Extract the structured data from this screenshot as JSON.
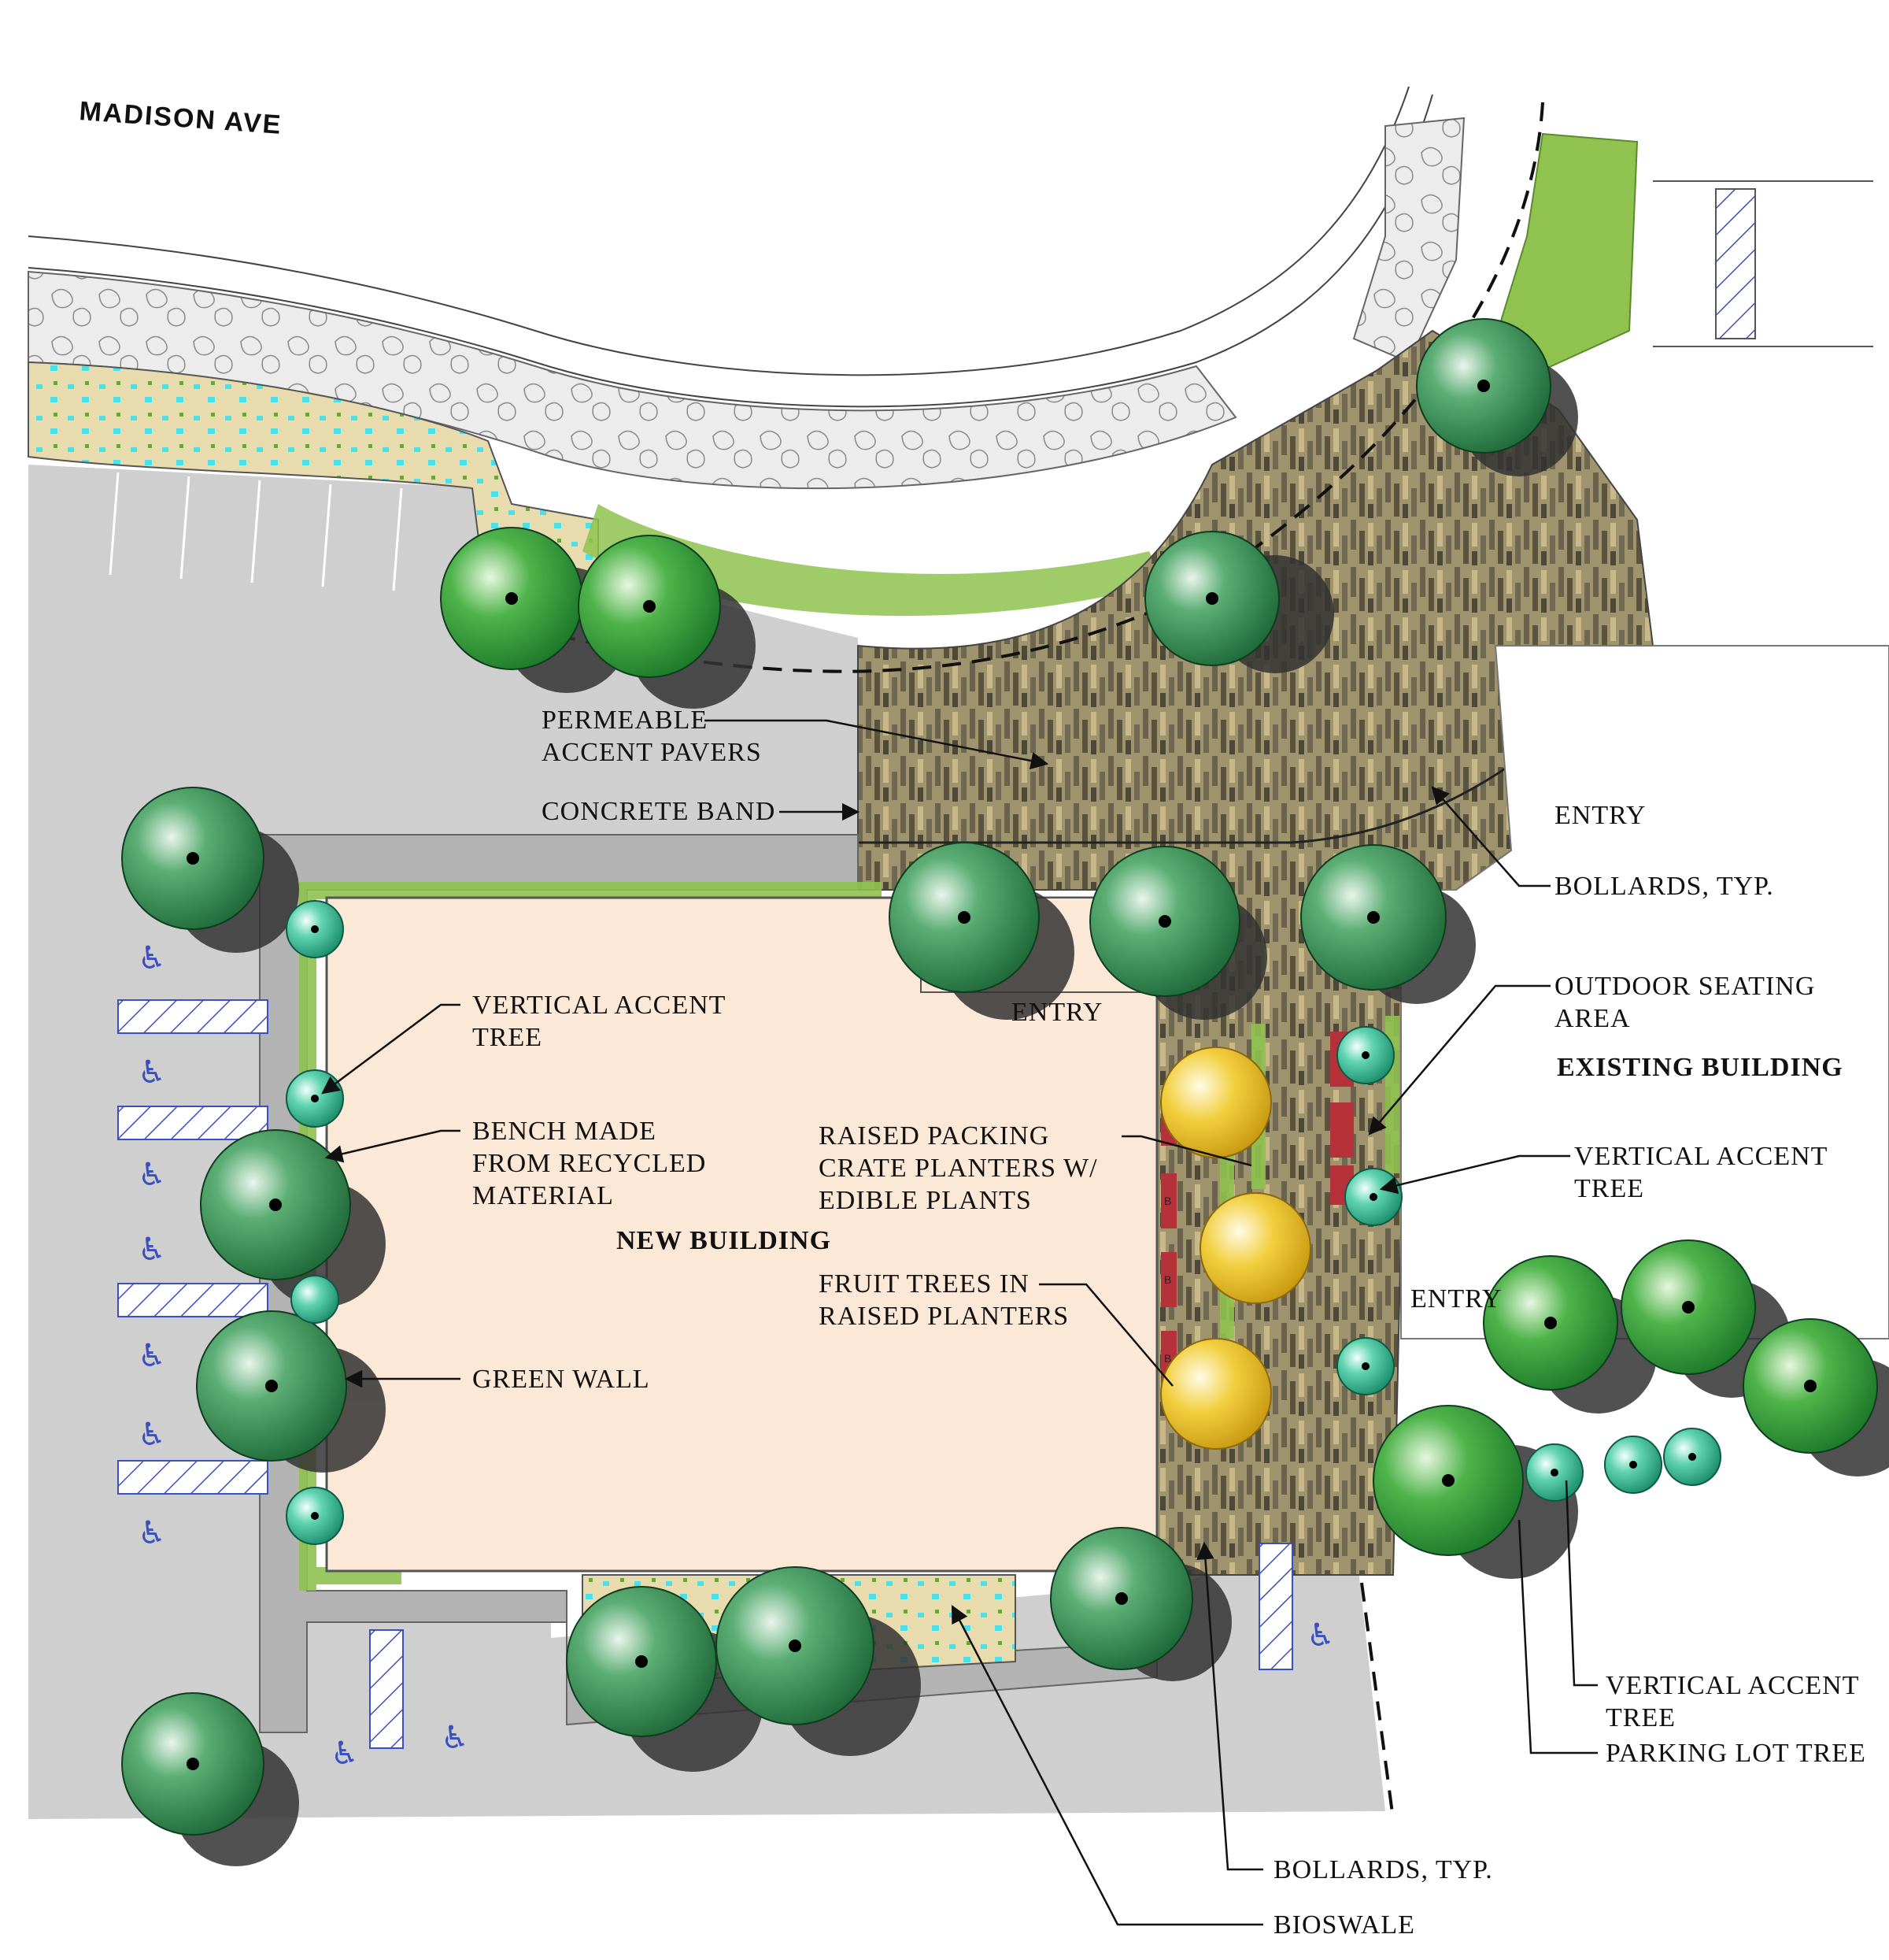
{
  "street": "MADISON AVE",
  "labels": {
    "permeable_pavers_1": "PERMEABLE",
    "permeable_pavers_2": "ACCENT PAVERS",
    "concrete_band": "CONCRETE BAND",
    "entry_east": "ENTRY",
    "bollards_top": "BOLLARDS, TYP.",
    "outdoor_seating_1": "OUTDOOR SEATING",
    "outdoor_seating_2": "AREA",
    "existing_building": "EXISTING BUILDING",
    "vertical_accent_left_1": "VERTICAL ACCENT",
    "vertical_accent_left_2": "TREE",
    "entry_building": "ENTRY",
    "bench_1": "BENCH MADE",
    "bench_2": "FROM RECYCLED",
    "bench_3": "MATERIAL",
    "raised_crate_1": "RAISED PACKING",
    "raised_crate_2": "CRATE PLANTERS W/",
    "raised_crate_3": "EDIBLE PLANTS",
    "vertical_accent_right_1": "VERTICAL ACCENT",
    "vertical_accent_right_2": "TREE",
    "new_building": "NEW BUILDING",
    "entry_south": "ENTRY",
    "fruit_trees_1": "FRUIT TREES IN",
    "fruit_trees_2": "RAISED PLANTERS",
    "green_wall": "GREEN WALL",
    "vertical_accent_bottom_1": "VERTICAL ACCENT",
    "vertical_accent_bottom_2": "TREE",
    "parking_lot_tree": "PARKING LOT TREE",
    "bollards_bottom": "BOLLARDS, TYP.",
    "bioswale": "BIOSWALE"
  },
  "symbols": {
    "bench_mark": "B",
    "accessible_space": "♿"
  },
  "colors": {
    "parking": "#cfcfcf",
    "sidewalk": "#b3b3b3",
    "building": "#fbe8d6",
    "pavers": "#8f8466",
    "planting_gravel": "#e6e6e6",
    "groundcover": "#8fc24f",
    "bioswale_sand": "#e8dcae",
    "bioswale_water": "#4de0e8",
    "tree_green": "#2e8a4c",
    "tree_dark": "#1f6b3a",
    "accent_tree": "#3cbf9a",
    "fruit_tree": "#e8c23a",
    "bench_red": "#b5323a",
    "ada_blue": "#3a4fc0"
  }
}
